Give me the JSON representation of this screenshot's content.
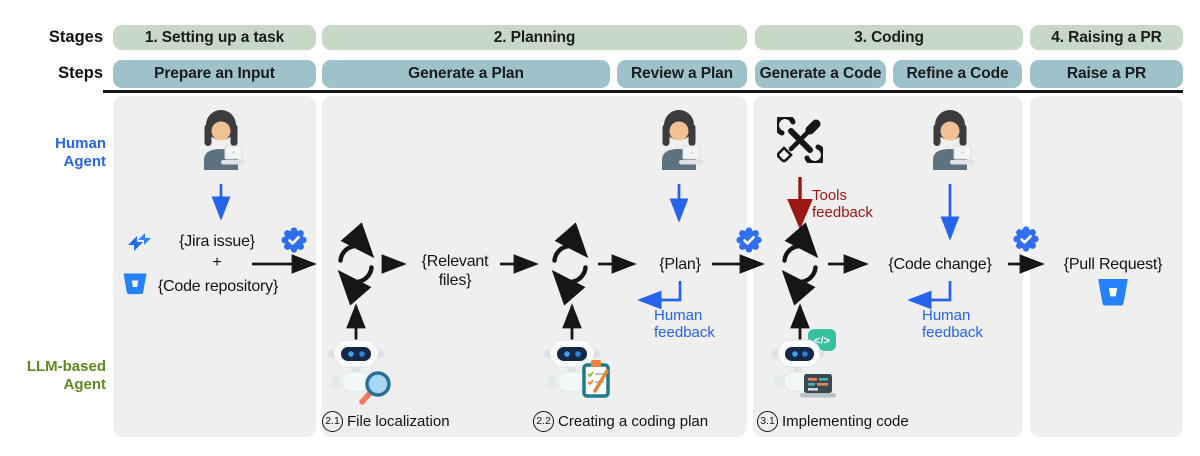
{
  "colors": {
    "stage_pill": "#c7d8c6",
    "step_pill": "#9dc2ca",
    "panel_bg": "#efeff0",
    "human_blue": "#2563eb",
    "llm_green": "#5c8a1f",
    "tools_red": "#9b1713",
    "arrow_black": "#161616",
    "badge_blue": "#2f6fed",
    "atlassian_blue": "#2581f7"
  },
  "header": {
    "stages_label": "Stages",
    "steps_label": "Steps",
    "stages": [
      "1. Setting up a task",
      "2. Planning",
      "3. Coding",
      "4. Raising a PR"
    ],
    "steps": [
      "Prepare an Input",
      "Generate a Plan",
      "Review a Plan",
      "Generate a Code",
      "Refine a Code",
      "Raise a PR"
    ]
  },
  "lanes": {
    "human": "Human Agent",
    "llm": "LLM-based Agent"
  },
  "setup": {
    "jira_issue": "{Jira issue}",
    "plus": "+",
    "code_repository": "{Code repository}"
  },
  "planning": {
    "relevant_files": "{Relevant files}",
    "plan": "{Plan}",
    "human_feedback": "Human feedback",
    "substeps": [
      {
        "num": "2.1",
        "label": "File localization"
      },
      {
        "num": "2.2",
        "label": "Creating a coding plan"
      }
    ]
  },
  "coding": {
    "tools_feedback": "Tools feedback",
    "code_change": "{Code change}",
    "human_feedback": "Human feedback",
    "code_bubble": "</>",
    "substeps": [
      {
        "num": "3.1",
        "label": "Implementing code"
      }
    ]
  },
  "raising": {
    "pull_request": "{Pull Request}"
  },
  "icons": {
    "verified_badge": "blue seal with white checkmark",
    "loop": "black circular sync arrows",
    "human": "woman with laptop avatar",
    "robot": "LLM agent robot",
    "magnifier": "file search magnifying glass",
    "clipboard": "coding plan checklist",
    "code_bubble_laptop": "code bubble and laptop",
    "tools": "crossed wrench and screwdriver",
    "jira": "Jira logo",
    "bitbucket": "Bitbucket logo"
  }
}
